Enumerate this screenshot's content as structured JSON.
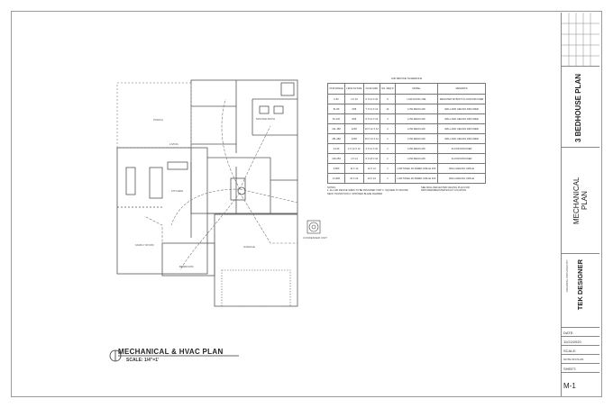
{
  "drawing": {
    "title": "MECHANICAL & HVAC PLAN",
    "scale": "SCALE: 1/4\"=1'"
  },
  "schedule": {
    "title": "AIR DEVICE SCHEDULE",
    "headers": [
      "CFM RANGE",
      "LENGTH SIZE",
      "FACE SIZE",
      "NO. REQ'D",
      "MODEL",
      "REMARKS"
    ],
    "rows": [
      [
        "0-50",
        "4 X 10",
        "6 X 12 X 10",
        "9",
        "LOW HOOD LINE",
        "REGISTER W/ BOOT FLOOR DIFFUSER"
      ],
      [
        "51-80",
        "6X8",
        "7 X 12 X 12",
        "12",
        "LOW REGIS ARI",
        "WALL AND CEILING DIFFUSER"
      ],
      [
        "81-120",
        "8X8",
        "9 X 12 X 12",
        "4",
        "LOW REGIS ARI",
        "WALL AND CEILING DIFFUSER"
      ],
      [
        "121-180",
        "12X8",
        "10 X 12 X 12",
        "2",
        "LOW REGIS ARI",
        "WALL AND CEILING DIFFUSER"
      ],
      [
        "181-280",
        "12X8",
        "10 X 14 X 12",
        "1",
        "LOW REGIS ARI",
        "WALL AND CEILING DIFFUSER"
      ],
      [
        "0-120",
        "2 X 12 X 12",
        "4 X 12 X 10",
        "1",
        "LOW REGIS ARI",
        "FLOOR DIFFUSER"
      ],
      [
        "126-250",
        "4 X 14",
        "6 X 18 X 10",
        "2",
        "LOW REGIS ARI",
        "FLOOR DIFFUSER"
      ],
      [
        "0-800",
        "12 X 12",
        "12 X 12",
        "1",
        "LOW STEEL FILTERED GRILLE 40X",
        "WALL/CEILING GRILLE"
      ],
      [
        "0-1400",
        "20 X 24",
        "24 X 24",
        "1",
        "LOW STEEL FILTERED GRILLE 40X",
        "WALL/CEILING GRILLE"
      ]
    ],
    "notes_label": "NOTES:",
    "note1": "1. ALL AIR DEVICE SIZES TO BE PROVIDED VISIT 2. SQUARE TO ROUND NECK TRANSITION 3. OPPOSED BLADE DAMPER",
    "note2": "SEE WALL REFLECTED CEILING PLAN FOR DIFFUSER/REGISTER EXACT LOCATION"
  },
  "title_block": {
    "project": "3 BEDHOUSE PLAN",
    "sheet_name": "MECHANICAL PLAN",
    "designer": "TEK DESIGNER",
    "drawing_by": "DRAWING PROVIDED BY:",
    "date_label": "DATE:",
    "date_value": "11/22/2020",
    "scale_label": "SCALE:",
    "scale_value": "NOTE ON PLAN",
    "sheet_label": "SHEET:",
    "sheet_value": "M-1"
  },
  "rooms": {
    "porch": "PORCH",
    "family": "FAMILY ROOM",
    "living": "LIVING",
    "kitchen": "KITCHEN",
    "bedroom": "BEDROOM",
    "master": "MASTER BATH",
    "garage": "GARAGE",
    "unit": "CONDENSER UNIT"
  }
}
